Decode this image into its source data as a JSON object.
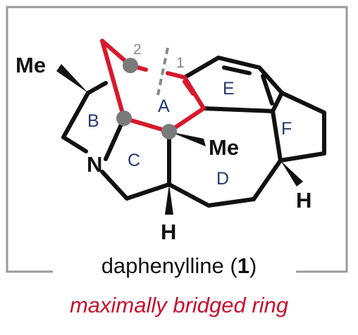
{
  "molecule": {
    "substituents": {
      "me_top_left": "Me",
      "me_center": "Me",
      "h_bottom": "H",
      "h_right": "H",
      "nitrogen": "N"
    },
    "ring_labels": {
      "A": "A",
      "B": "B",
      "C": "C",
      "D": "D",
      "E": "E",
      "F": "F"
    },
    "position_labels": {
      "p1": "1",
      "p2": "2"
    }
  },
  "caption": {
    "name": "daphenylline",
    "paren_open": " (",
    "number": "1",
    "paren_close": ")",
    "subtitle": "maximally bridged ring"
  },
  "colors": {
    "bond": "#111111",
    "highlight": "#d6192b",
    "atom_dot": "#7a7a7a",
    "ring_label": "#233a6e",
    "position_label": "#888888",
    "frame": "#9a9a9a",
    "subtitle": "#c8102e"
  }
}
